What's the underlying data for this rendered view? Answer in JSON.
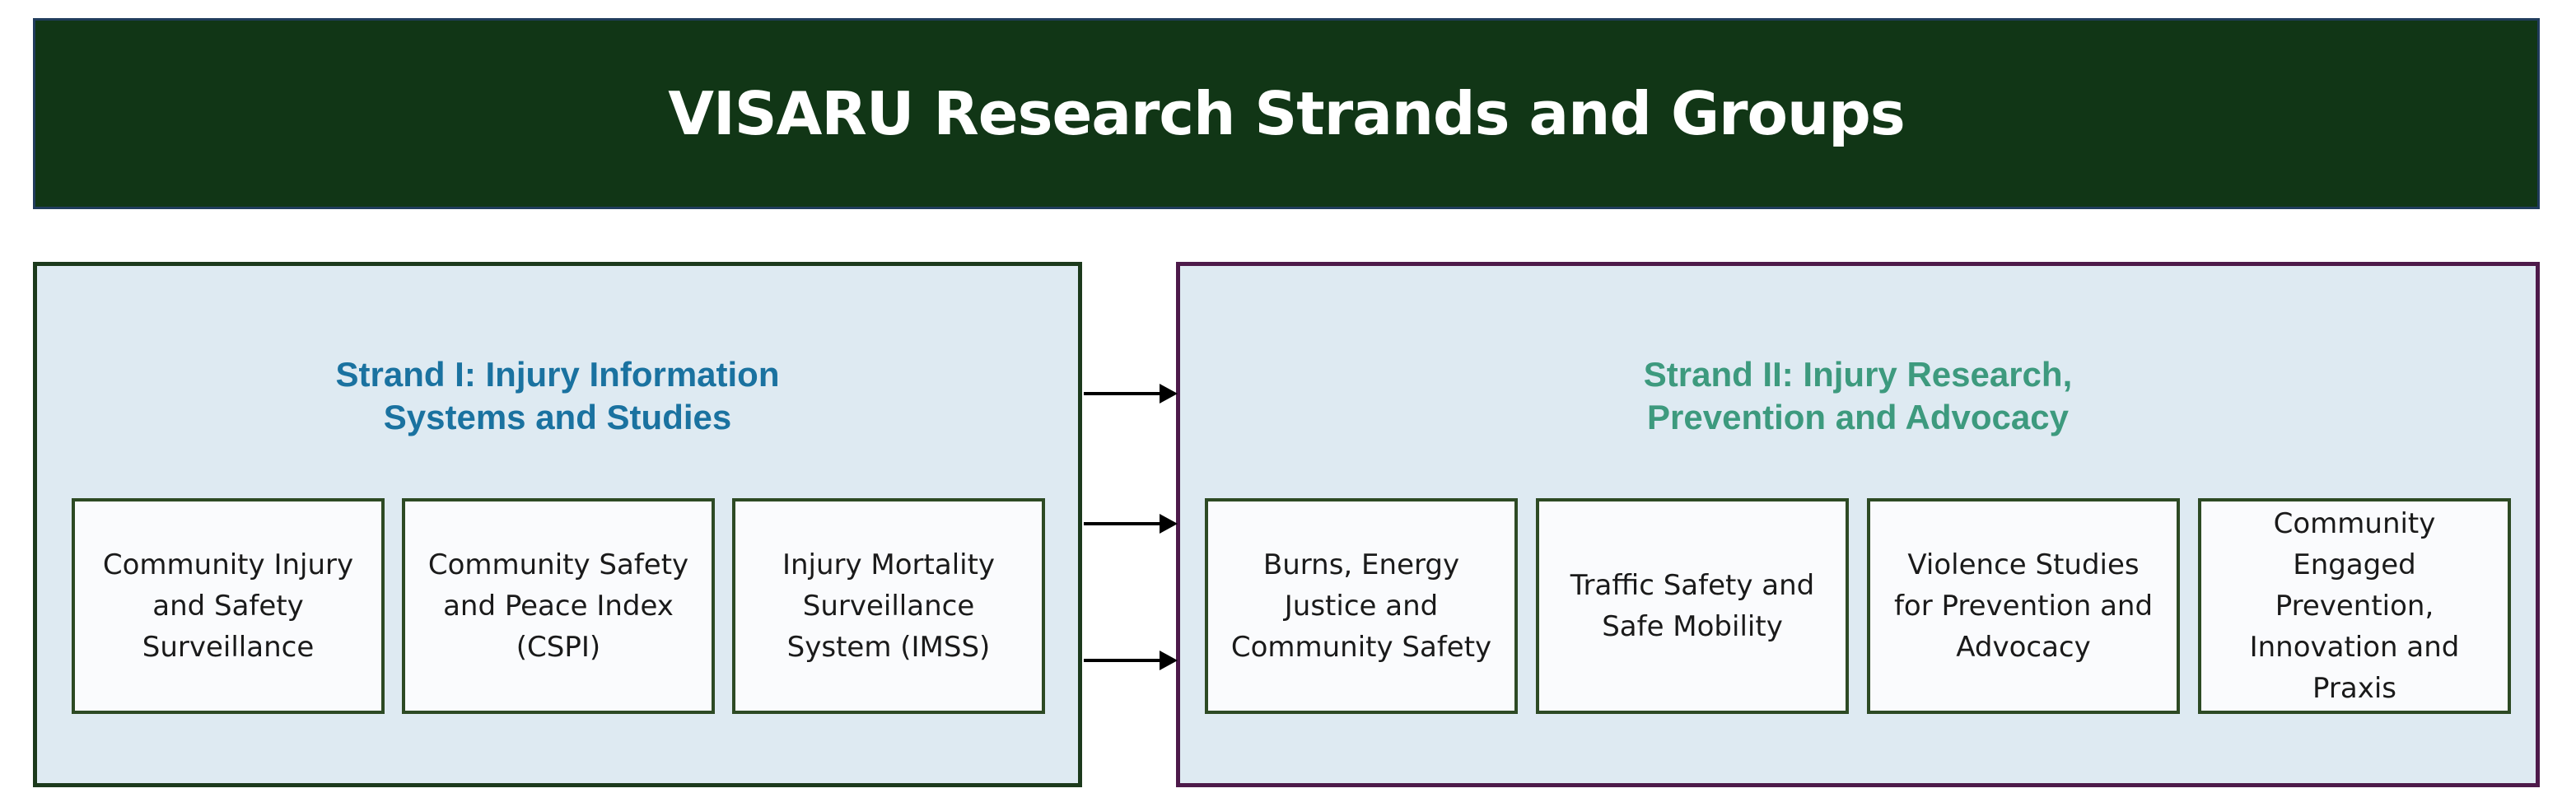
{
  "header": {
    "title": "VISARU Research Strands and Groups"
  },
  "strands": [
    {
      "title_lines": [
        "Strand I: Injury Information",
        "Systems and Studies"
      ],
      "color": "#1a72a0",
      "groups": [
        "Community Injury and Safety Surveillance",
        "Community Safety and Peace Index (CSPI)",
        "Injury Mortality Surveillance System (IMSS)"
      ]
    },
    {
      "title_lines": [
        "Strand II: Injury Research,",
        "Prevention and Advocacy"
      ],
      "color": "#3d9a7e",
      "groups": [
        "Burns, Energy Justice and Community Safety",
        "Traffic Safety and Safe Mobility",
        "Violence Studies for Prevention and Advocacy",
        "Community Engaged Prevention, Innovation and Praxis"
      ]
    }
  ],
  "connectors": {
    "count": 3,
    "direction": "strand-1-to-strand-2",
    "color": "#000000"
  }
}
